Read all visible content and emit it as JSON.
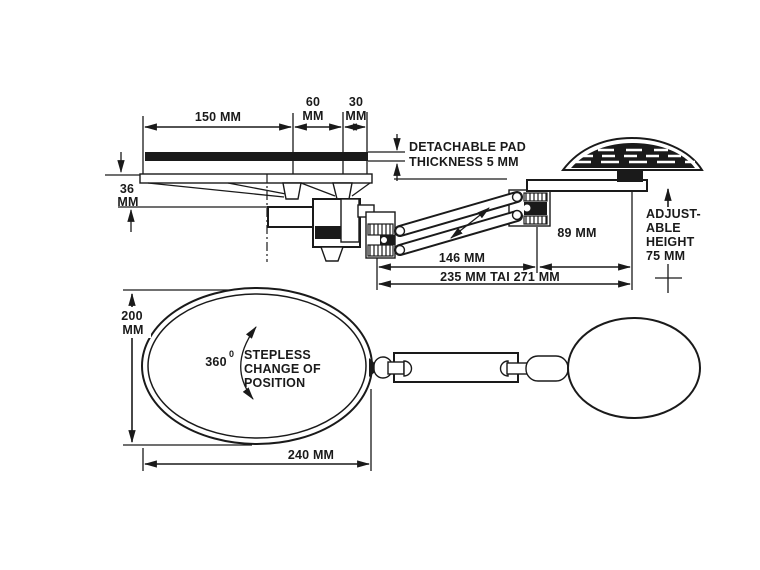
{
  "colors": {
    "line": "#1a1a1a",
    "background": "#ffffff"
  },
  "side_view": {
    "dim_width_outer": "150 MM",
    "dim_width_mid_value": "60",
    "dim_width_mid_unit": "MM",
    "dim_width_inner_value": "30",
    "dim_width_inner_unit": "MM",
    "dim_height_value": "36",
    "dim_height_unit": "MM",
    "pad_note_line1": "DETACHABLE PAD",
    "pad_note_line2": "THICKNESS 5 MM",
    "dim_mouse_pad": "89 MM",
    "adjustable_line1": "ADJUST-",
    "adjustable_line2": "ABLE",
    "adjustable_line3": "HEIGHT",
    "adjustable_line4": "75 MM",
    "dim_arm_reach": "146 MM",
    "dim_total_reach": "235 MM TAI 271 MM"
  },
  "top_view": {
    "dim_pad_depth_value": "200",
    "dim_pad_depth_unit": "MM",
    "dim_pad_width": "240 MM",
    "rotation_value": "360",
    "rotation_degree_symbol": "0",
    "rotation_note_line1": "STEPLESS",
    "rotation_note_line2": "CHANGE OF",
    "rotation_note_line3": "POSITION"
  }
}
